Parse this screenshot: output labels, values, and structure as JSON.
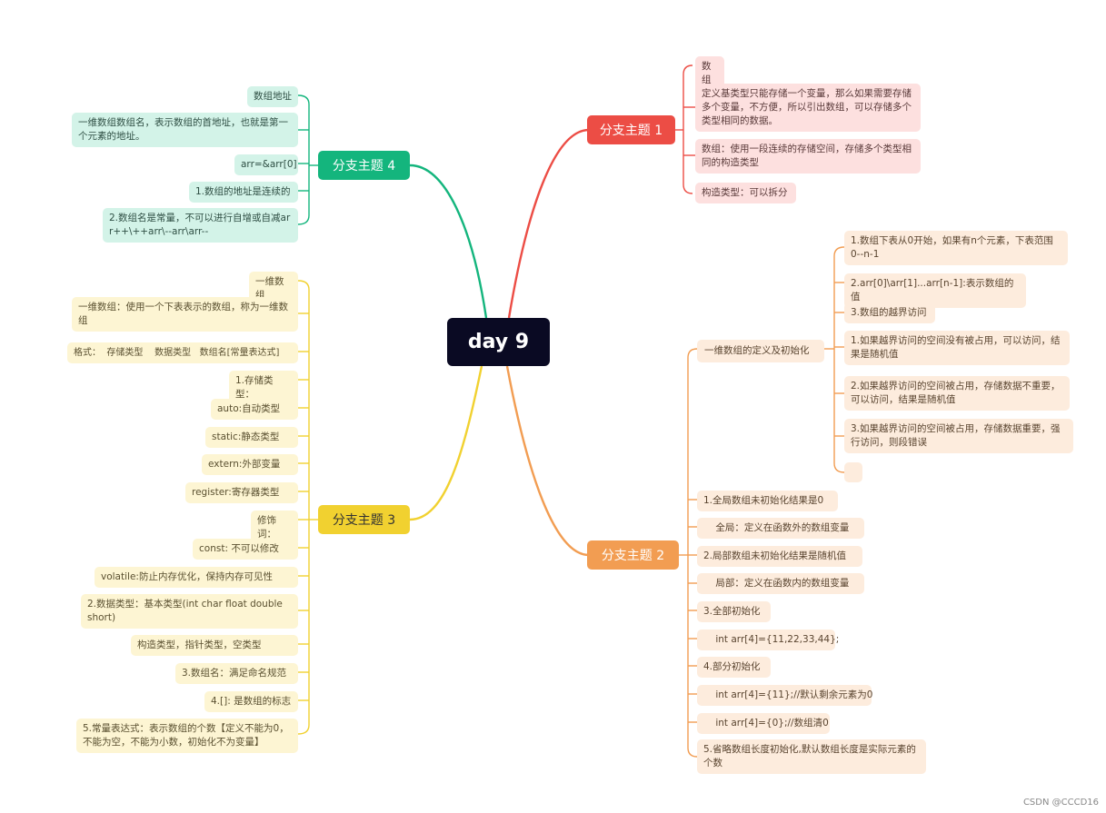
{
  "center": {
    "title": "day 9"
  },
  "branch1": {
    "title": "分支主题 1",
    "color": "#ec4d45",
    "items": [
      "数组",
      "定义基类型只能存储一个变量，那么如果需要存储多个变量，不方便，所以引出数组，可以存储多个类型相同的数据。",
      "数组：使用一段连续的存储空间，存储多个类型相同的构造类型",
      "构造类型：可以拆分"
    ]
  },
  "branch2": {
    "title": "分支主题 2",
    "color": "#f29d52",
    "sub": {
      "title": "一维数组的定义及初始化",
      "items": [
        "1.数组下表从0开始，如果有n个元素，下表范围0--n-1",
        "2.arr[0]\\arr[1]...arr[n-1]:表示数组的值",
        "3.数组的越界访问",
        " 1.如果越界访问的空间没有被占用，可以访问，结果是随机值",
        " 2.如果越界访问的空间被占用，存储数据不重要，可以访问，结果是随机值",
        " 3.如果越界访问的空间被占用，存储数据重要，强行访问，则段错误",
        ""
      ]
    },
    "items": [
      "1.全局数组未初始化结果是0",
      "    全局：定义在函数外的数组变量",
      "2.局部数组未初始化结果是随机值",
      "    局部：定义在函数内的数组变量",
      "3.全部初始化",
      "    int arr[4]={11,22,33,44};",
      "4.部分初始化",
      "    int arr[4]={11};//默认剩余元素为0",
      "    int arr[4]={0};//数组清0",
      "5.省略数组长度初始化,默认数组长度是实际元素的个数"
    ]
  },
  "branch3": {
    "title": "分支主题 3",
    "color": "#f1d130",
    "items": [
      "一维数组",
      "一维数组：使用一个下表表示的数组，称为一维数组",
      "格式：  存储类型    数据类型   数组名[常量表达式]",
      "1.存储类型：",
      "auto:自动类型",
      "static:静态类型",
      "extern:外部变量",
      "register:寄存器类型",
      "修饰词：",
      "const: 不可以修改",
      "volatile:防止内存优化，保持内存可见性",
      "2.数据类型：基本类型(int char float double short)",
      "构造类型，指针类型，空类型",
      "3.数组名：满足命名规范",
      "4.[]: 是数组的标志",
      "5.常量表达式：表示数组的个数【定义不能为0，不能为空，不能为小数，初始化不为变量】"
    ]
  },
  "branch4": {
    "title": "分支主题 4",
    "color": "#14b57d",
    "items": [
      "数组地址",
      "一维数组数组名，表示数组的首地址，也就是第一个元素的地址。",
      "arr=&arr[0]",
      "1.数组的地址是连续的",
      "2.数组名是常量，不可以进行自增或自减arr++\\++arr\\--arr\\arr--"
    ]
  },
  "watermark": "CSDN @CCCD16"
}
